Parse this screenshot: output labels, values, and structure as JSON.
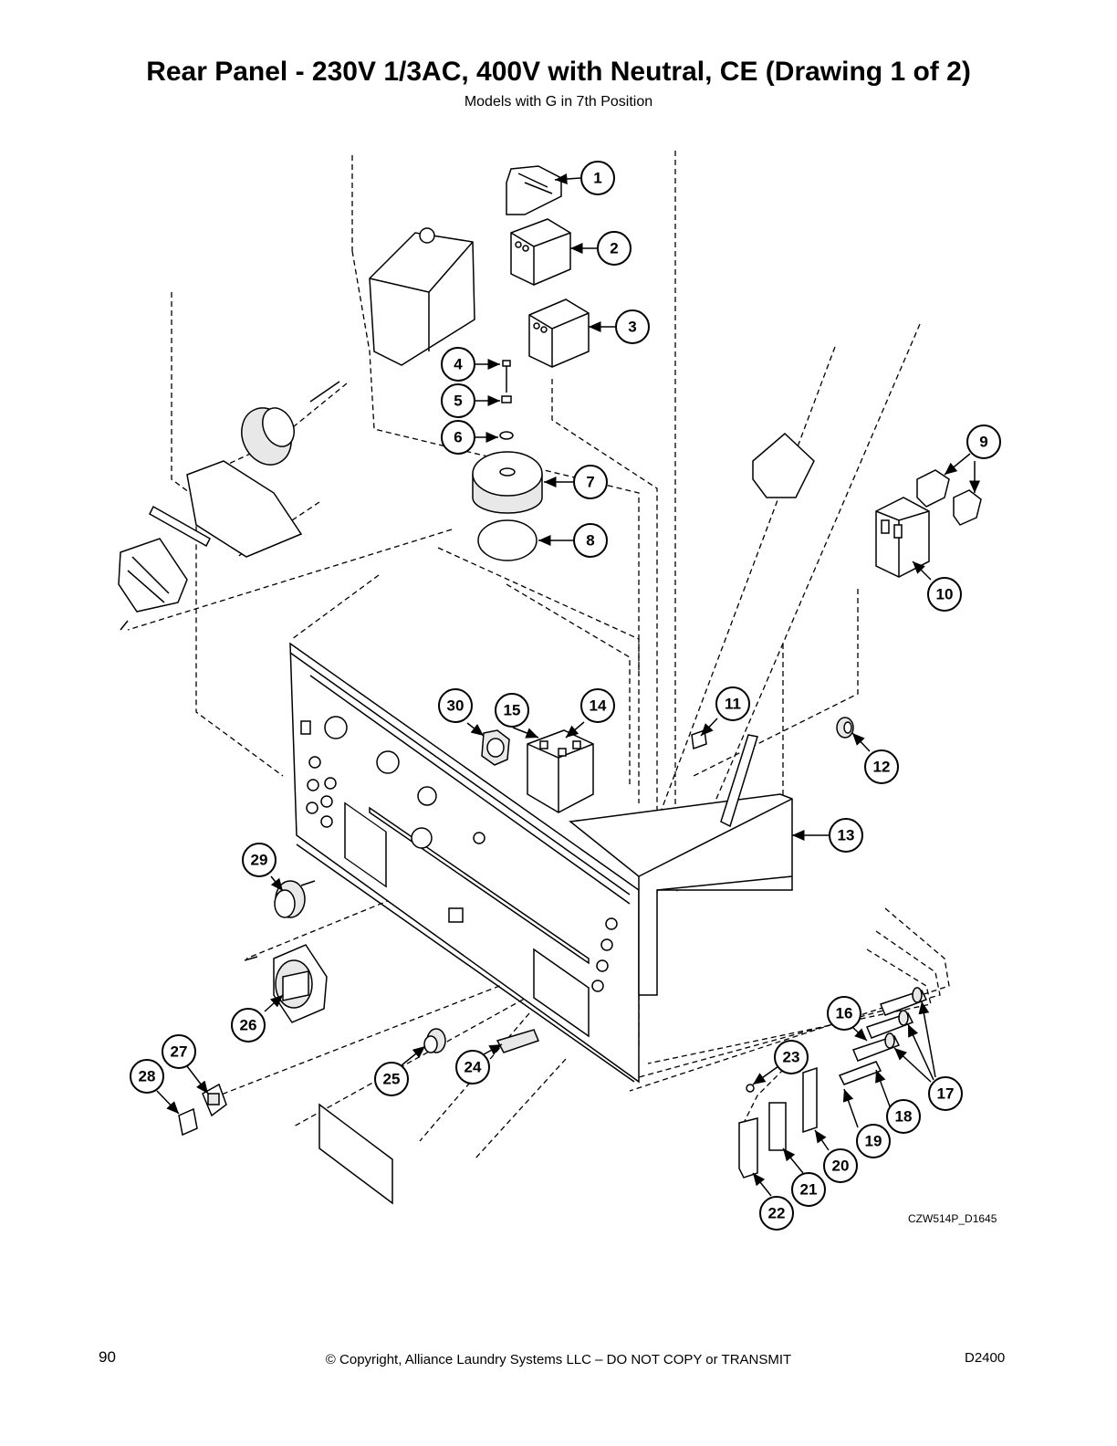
{
  "title": "Rear Panel - 230V 1/3AC, 400V with Neutral, CE (Drawing 1 of 2)",
  "subtitle": "Models with G in 7th Position",
  "drawing_code": "CZW514P_D1645",
  "callouts": [
    "1",
    "2",
    "3",
    "4",
    "5",
    "6",
    "7",
    "8",
    "9",
    "10",
    "11",
    "12",
    "13",
    "14",
    "15",
    "16",
    "17",
    "18",
    "19",
    "20",
    "21",
    "22",
    "23",
    "24",
    "25",
    "26",
    "27",
    "28",
    "29",
    "30"
  ],
  "footer": {
    "page_number": "90",
    "copyright": "© Copyright, Alliance Laundry Systems LLC – DO NOT COPY or TRANSMIT",
    "doc_id": "D2400"
  }
}
